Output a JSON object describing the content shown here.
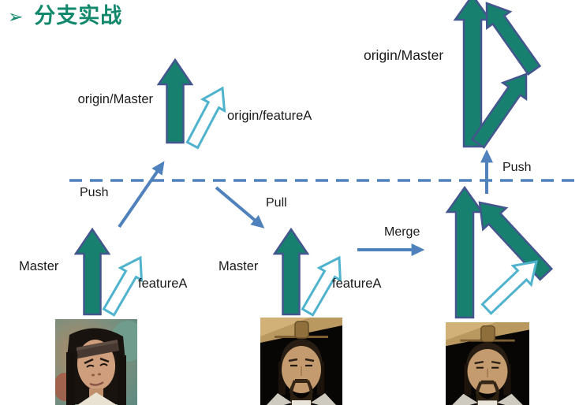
{
  "title": {
    "bullet": "➢",
    "text": "分支实战"
  },
  "colors": {
    "title_text": "#12886C",
    "solid_arrow_fill": "#17806E",
    "solid_arrow_border": "#44568E",
    "hollow_arrow_border": "#4FB3CE",
    "hollow_arrow_fill": "#FFFFFF",
    "connector_blue": "#4F81BD",
    "label_text": "#1A1A1A"
  },
  "labels": {
    "origin_master_left": "origin/Master",
    "origin_feature_left": "origin/featureA",
    "push_left": "Push",
    "master_left": "Master",
    "feature_left": "featureA",
    "pull": "Pull",
    "master_middle": "Master",
    "feature_middle": "featureA",
    "merge": "Merge",
    "push_right": "Push",
    "origin_master_right": "origin/Master"
  },
  "photos": [
    {
      "description": "young man wearing headband gazing upward"
    },
    {
      "description": "crowned bearded man, eyes lowered"
    },
    {
      "description": "crowned bearded man"
    }
  ]
}
